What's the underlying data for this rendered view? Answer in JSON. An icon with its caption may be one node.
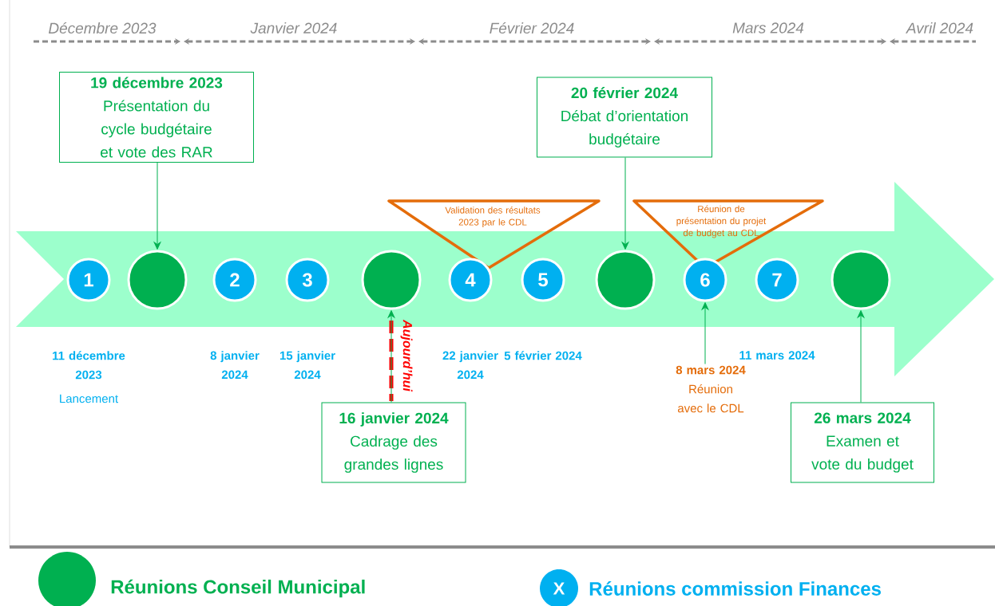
{
  "diagram": {
    "nodes": [
      {
        "text": [
          "19 décembre 2023",
          "Présentation du cycle budgétaire et vote des RAR"
        ]
      },
      {
        "text": [
          "20 février 2024",
          "Débat d’orientation budgétaire"
        ]
      },
      {
        "text": [
          "Validation des résultats 2023 par le CDL"
        ]
      },
      {
        "text": [
          "Réunion de présentation du projet de budget au CDL"
        ]
      },
      {
        "text": [
          "1"
        ],
        "beside": [
          "11 décembre 2023",
          "Lancement"
        ]
      },
      {
        "text": [],
        "shape": "circle"
      },
      {
        "text": [
          "2"
        ]
      },
      {
        "text": [
          "3"
        ]
      },
      {
        "text": [],
        "shape": "circle"
      },
      {
        "text": [
          "4"
        ]
      },
      {
        "text": [
          "5"
        ]
      },
      {
        "text": [],
        "shape": "circle"
      },
      {
        "text": [
          "6"
        ]
      },
      {
        "text": [
          "7"
        ]
      },
      {
        "text": [],
        "shape": "circle"
      },
      {
        "text": [
          "8 mars 2024",
          "Réunion avec le CDL"
        ]
      },
      {
        "text": [
          "16 janvier 2024",
          "Cadrage des grandes lignes"
        ]
      },
      {
        "text": [
          "26 mars 2024",
          "Examen et vote du budget"
        ]
      }
    ],
    "edges": [
      {
        "from": 0,
        "to": 5,
        "arrow": "to"
      },
      {
        "from": 1,
        "to": 11,
        "arrow": "to"
      },
      {
        "from": 16,
        "to": 8,
        "arrow": "to"
      },
      {
        "from": 15,
        "to": 12,
        "arrow": "to"
      },
      {
        "from": 17,
        "to": 14,
        "arrow": "to"
      }
    ],
    "labels": [
      "Décembre 2023",
      "Janvier 2024",
      "Février 2024",
      "Mars 2024",
      "Avril 2024",
      "8 janvier 2024",
      "15 janvier 2024",
      "22 janvier 2024",
      "5 février 2024",
      "11 mars 2024",
      "Aujourd’hui",
      "X"
    ],
    "legend": [
      {
        "text": "Réunions Conseil Municipal",
        "color": "#00b050"
      },
      {
        "text": "Réunions commission Finances",
        "color": "#00b0f0"
      }
    ]
  }
}
